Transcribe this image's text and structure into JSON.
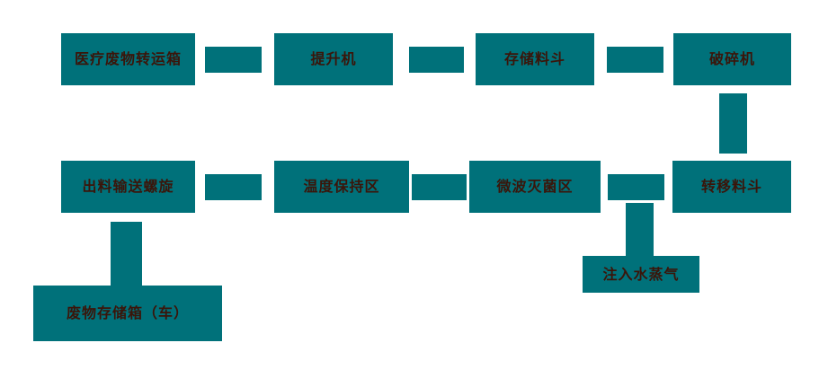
{
  "diagram": {
    "background_color": "#ffffff",
    "box_color": "#00717a",
    "text_color": "#3a150a",
    "nodes": [
      {
        "id": "medical-waste-transfer-box",
        "label": "医疗废物转运箱"
      },
      {
        "id": "hoist",
        "label": "提升机"
      },
      {
        "id": "storage-hopper",
        "label": "存储料斗"
      },
      {
        "id": "crusher",
        "label": "破碎机"
      },
      {
        "id": "discharge-conveying-screw",
        "label": "出料输送螺旋"
      },
      {
        "id": "temperature-holding-zone",
        "label": "温度保持区"
      },
      {
        "id": "microwave-sterilization-zone",
        "label": "微波灭菌区"
      },
      {
        "id": "transfer-hopper",
        "label": "转移料斗"
      },
      {
        "id": "waste-storage-box-vehicle",
        "label": "废物存储箱（车）"
      },
      {
        "id": "steam-injection",
        "label": "注入水蒸气"
      }
    ],
    "connections": [
      {
        "from": "medical-waste-transfer-box",
        "to": "hoist",
        "direction": "horizontal"
      },
      {
        "from": "hoist",
        "to": "storage-hopper",
        "direction": "horizontal"
      },
      {
        "from": "storage-hopper",
        "to": "crusher",
        "direction": "horizontal"
      },
      {
        "from": "crusher",
        "to": "transfer-hopper",
        "direction": "vertical"
      },
      {
        "from": "transfer-hopper",
        "to": "microwave-sterilization-zone",
        "direction": "horizontal"
      },
      {
        "from": "microwave-sterilization-zone",
        "to": "temperature-holding-zone",
        "direction": "horizontal"
      },
      {
        "from": "temperature-holding-zone",
        "to": "discharge-conveying-screw",
        "direction": "horizontal"
      },
      {
        "from": "discharge-conveying-screw",
        "to": "waste-storage-box-vehicle",
        "direction": "vertical"
      },
      {
        "from": "steam-injection",
        "to": "microwave-sterilization-zone",
        "direction": "vertical"
      }
    ]
  }
}
